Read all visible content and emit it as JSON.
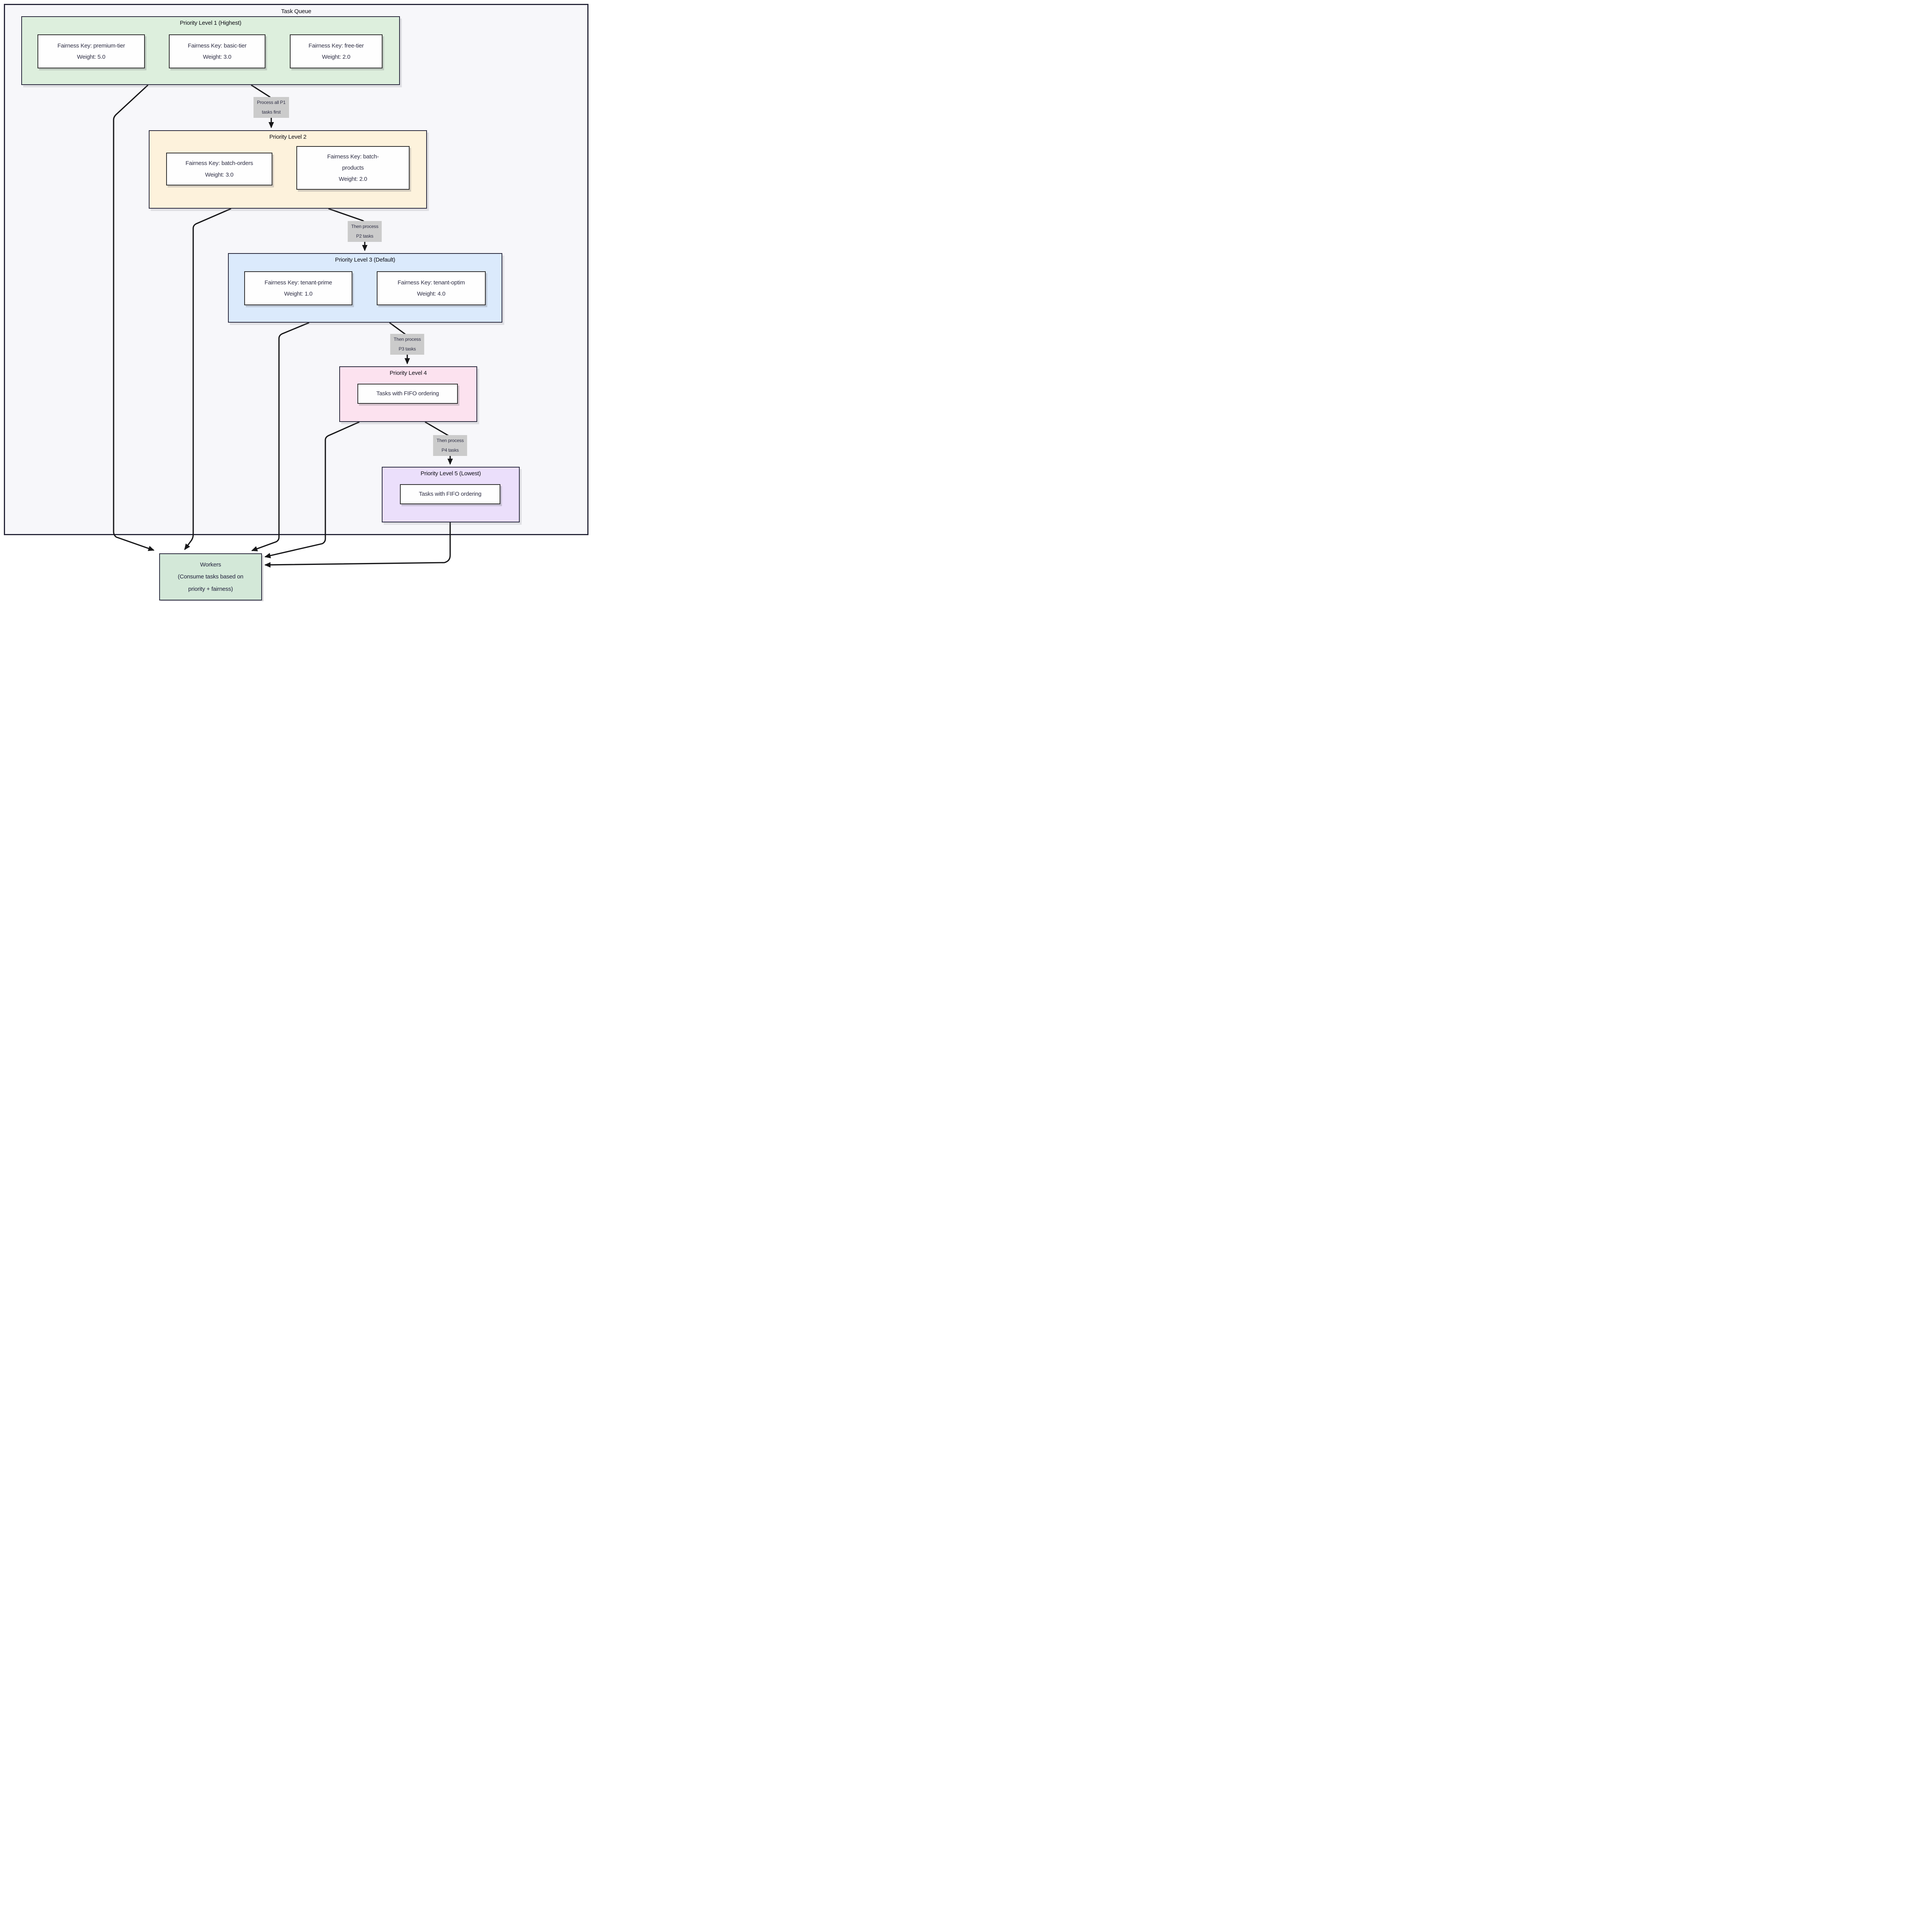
{
  "diagram": {
    "title": "Task Queue",
    "levels": [
      {
        "label": "Priority Level 1 (Highest)",
        "children": [
          "Fairness Key: premium-tier\nWeight: 5.0",
          "Fairness Key: basic-tier\nWeight: 3.0",
          "Fairness Key: free-tier\nWeight: 2.0"
        ]
      },
      {
        "label": "Priority Level 2",
        "children": [
          "Fairness Key: batch-orders\nWeight: 3.0",
          "Fairness Key: batch-\nproducts\nWeight: 2.0"
        ]
      },
      {
        "label": "Priority Level 3 (Default)",
        "children": [
          "Fairness Key: tenant-prime\nWeight: 1.0",
          "Fairness Key: tenant-optim\nWeight: 4.0"
        ]
      },
      {
        "label": "Priority Level 4",
        "children": [
          "Tasks with FIFO ordering"
        ]
      },
      {
        "label": "Priority Level 5 (Lowest)",
        "children": [
          "Tasks with FIFO ordering"
        ]
      }
    ],
    "edges": [
      {
        "label": "Process all P1\ntasks first"
      },
      {
        "label": "Then process\nP2 tasks"
      },
      {
        "label": "Then process\nP3 tasks"
      },
      {
        "label": "Then process\nP4 tasks"
      }
    ],
    "workers": {
      "label": "Workers\n(Consume tasks based on\npriority + fairness)"
    },
    "colors": {
      "level1_fill": "#ddefdd",
      "level2_fill": "#fdf2dc",
      "level3_fill": "#dbeafc",
      "level4_fill": "#fce2ef",
      "level5_fill": "#ebdffb",
      "workers_fill": "#d3e8d8",
      "edge_label_bg": "#cbcbcb",
      "container_fill": "#f7f7fa",
      "border": "#2a2a3e",
      "arrow": "#161618"
    }
  }
}
